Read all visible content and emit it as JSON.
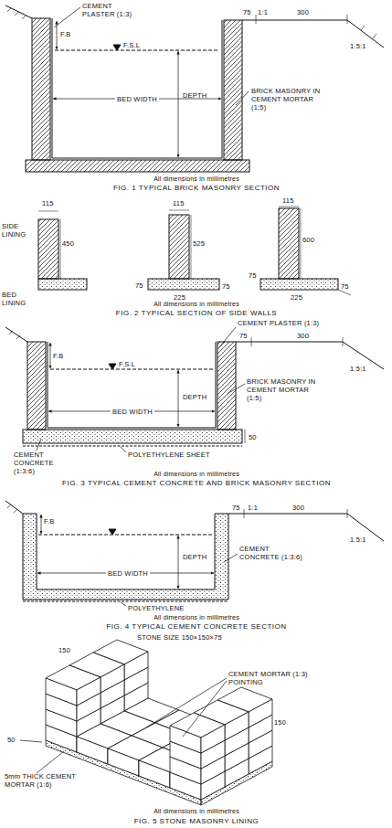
{
  "diagram": {
    "labels": [
      "CEMENT PLASTER (1:3)",
      "F.B",
      "F.S.L",
      "DEPTH",
      "BED WIDTH",
      "BRICK MASONRY IN CEMENT MORTAR (1:5)",
      "75",
      "1:1",
      "300",
      "1.5:1",
      "All dimensions in millimetres",
      "FIG. 1 TYPICAL BRICK MASONRY SECTION",
      "115",
      "SIDE LINING",
      "450",
      "BED LINING",
      "115",
      "525",
      "75",
      "225",
      "75",
      "115",
      "600",
      "75",
      "225",
      "75",
      "All dimensions in millimetres",
      "FIG. 2 TYPICAL SECTION OF SIDE WALLS",
      "CEMENT PLASTER (1:3)",
      "75",
      "300",
      "F.B",
      "F.S.L",
      "DEPTH",
      "1.5:1",
      "BRICK MASONRY IN CEMENT MORTAR (1:5)",
      "BED WIDTH",
      "CEMENT CONCRETE (1:3:6)",
      "POLYETHYLENE SHEET",
      "50",
      "All dimensions in millimetres",
      "FIG. 3 TYPICAL CEMENT CONCRETE AND BRICK MASONRY SECTION",
      "75",
      "1:1",
      "300",
      "1.5:1",
      "F.B",
      "DEPTH",
      "BED WIDTH",
      "CEMENT CONCRETE (1:3:6)",
      "POLYETHYLENE",
      "All dimensions in millimetres",
      "FIG. 4 TYPICAL CEMENT CONCRETE SECTION",
      "STONE SIZE 150×150×75",
      "150",
      "CEMENT MORTAR (1:3) POINTING",
      "150",
      "50",
      "5mm THICK CEMENT MORTAR (1:6)",
      "All dimensions in millimetres",
      "FIG. 5 STONE MASONRY LINING"
    ]
  }
}
